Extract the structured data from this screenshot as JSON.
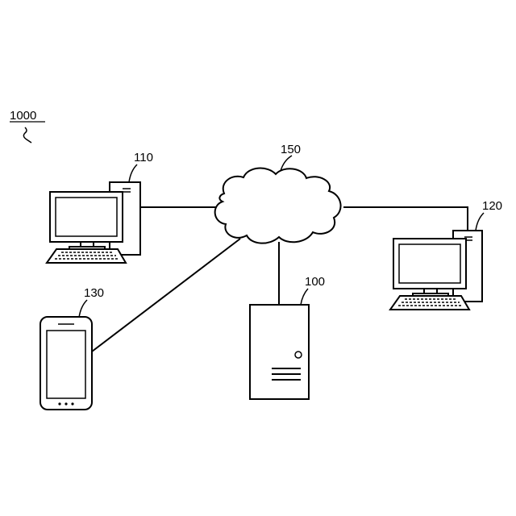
{
  "diagram": {
    "system_label": "1000",
    "nodes": [
      {
        "id": "server",
        "label": "100"
      },
      {
        "id": "desktop-a",
        "label": "110"
      },
      {
        "id": "desktop-b",
        "label": "120"
      },
      {
        "id": "phone",
        "label": "130"
      },
      {
        "id": "network",
        "label": "150"
      }
    ]
  }
}
